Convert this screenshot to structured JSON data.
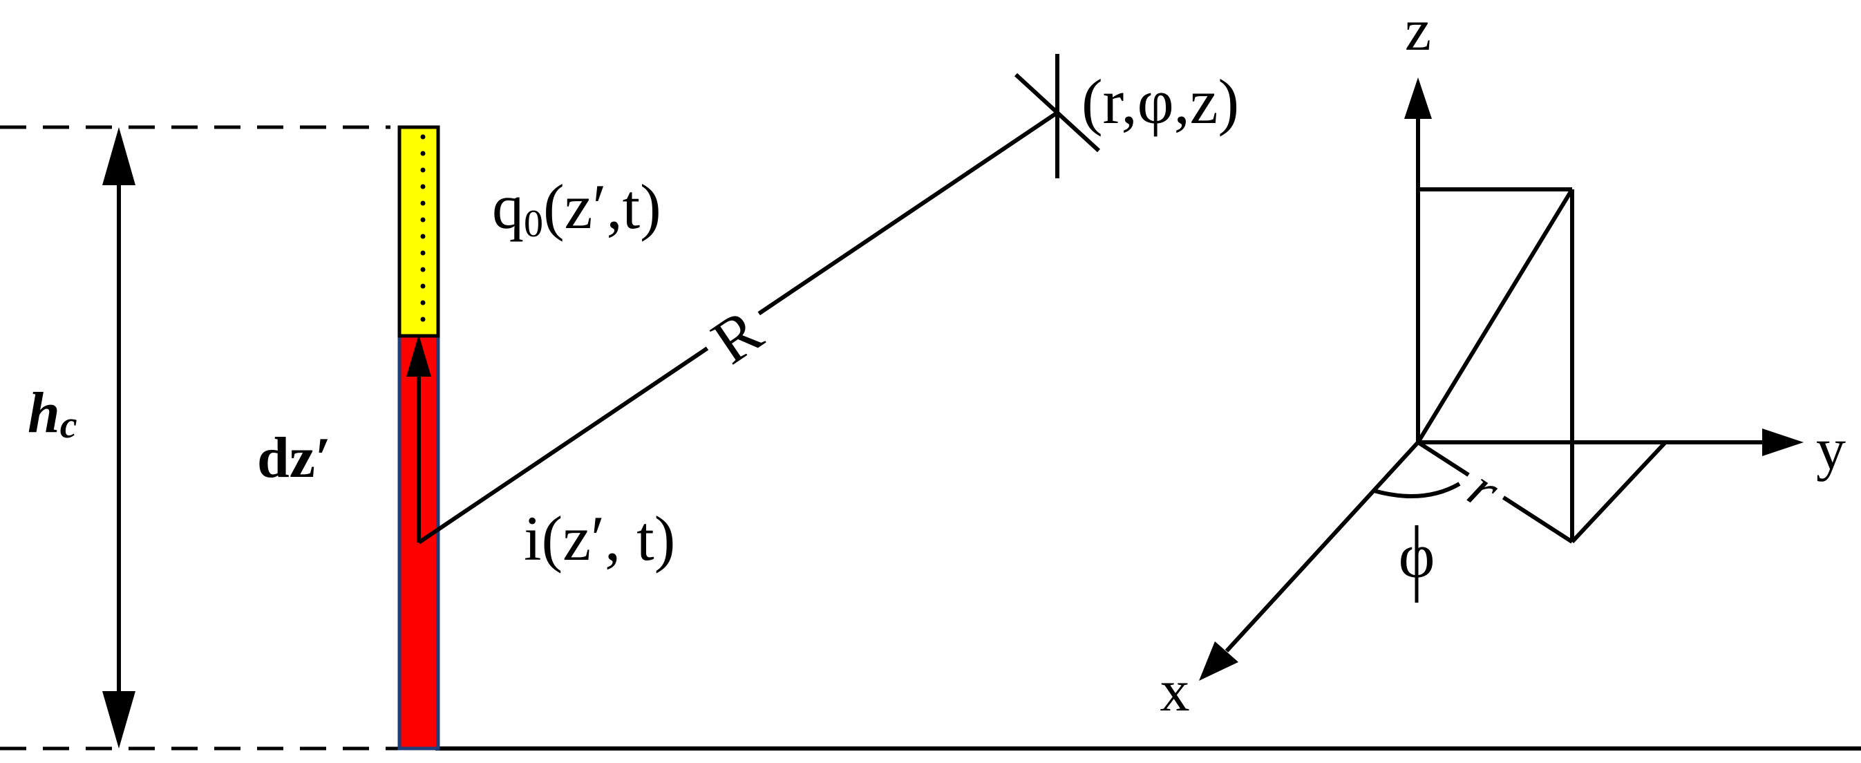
{
  "labels": {
    "height": "h",
    "height_sub": "c",
    "element": "dz′",
    "charge_q": "q",
    "charge_sub": "0",
    "charge_args": "(z′,t)",
    "current": "i(z′, t)",
    "distance": "R",
    "point": "(r,φ,z)",
    "axis_z": "z",
    "axis_y": "y",
    "axis_x": "x",
    "radius": "r",
    "angle": "φ"
  },
  "colors": {
    "channel_current": "#ff0000",
    "channel_charge": "#ffff00",
    "channel_border": "#1f3f7a",
    "lines": "#000000"
  }
}
